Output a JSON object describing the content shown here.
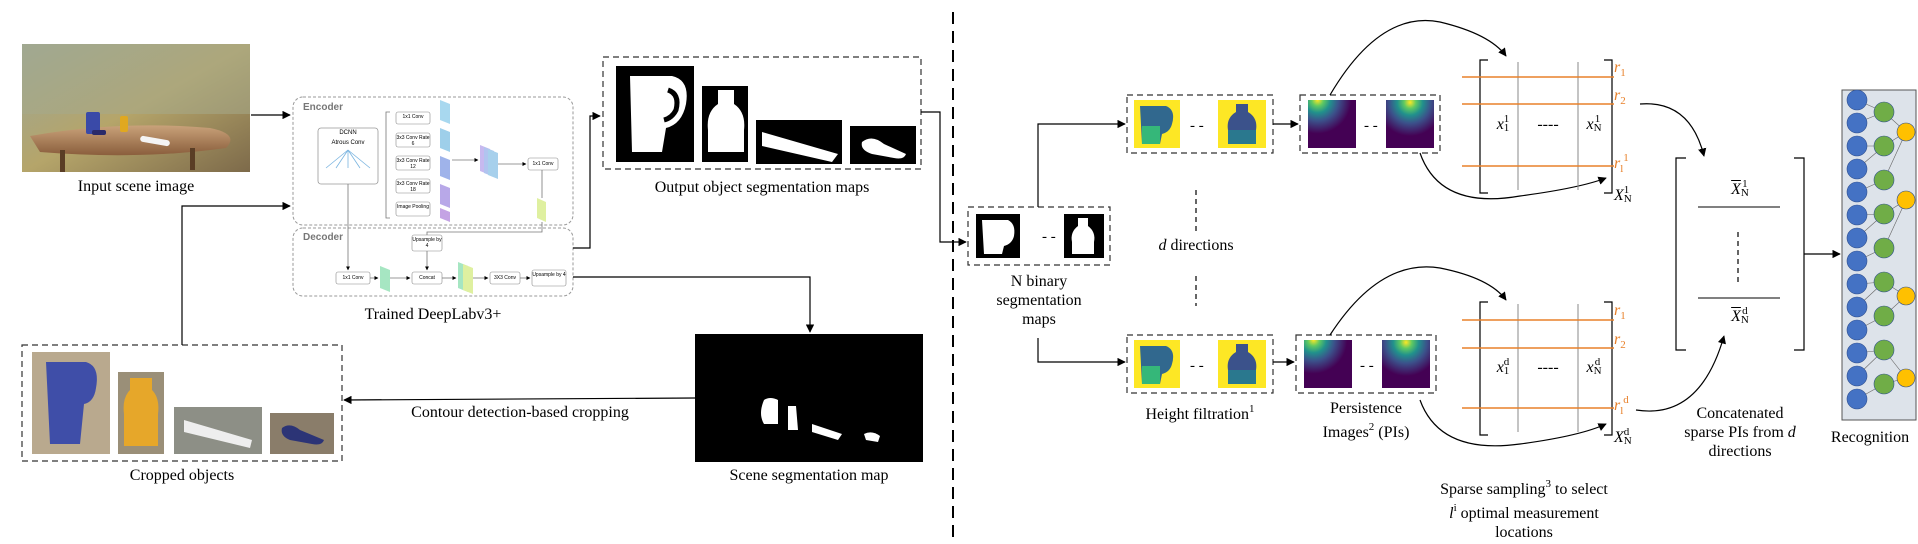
{
  "labels": {
    "input_scene": "Input scene image",
    "trained_model": "Trained DeepLabv3+",
    "output_maps": "Output object segmentation maps",
    "cropped_objects": "Cropped objects",
    "contour_cropping": "Contour detection-based cropping",
    "scene_map": "Scene segmentation map",
    "binary_maps_1": "N binary",
    "binary_maps_2": "segmentation",
    "binary_maps_3": "maps",
    "directions_d": "d",
    "directions_text": " directions",
    "height_filtration": "Height filtration",
    "height_sup": "1",
    "pi_1": "Persistence",
    "pi_2a": "Images",
    "pi_2sup": "2",
    "pi_2b": " (PIs)",
    "sparse_1a": "Sparse sampling",
    "sparse_1sup": "3",
    "sparse_1b": " to select",
    "sparse_2a": "l",
    "sparse_2sup": "i",
    "sparse_2b": " optimal measurement",
    "sparse_3": "locations",
    "concat_1": "Concatenated",
    "concat_2a": "sparse PIs from ",
    "concat_2d": "d",
    "concat_3": "directions",
    "recognition": "Recognition"
  },
  "network": {
    "encoder": "Encoder",
    "decoder": "Decoder",
    "dcnn": "DCNN",
    "atrous": "Atrous Conv",
    "blocks": [
      "1x1 Conv",
      "3x3 Conv Rate 6",
      "3x3 Conv Rate 12",
      "3x3 Conv Rate 18",
      "Image Pooling"
    ],
    "enc_conv": "1x1 Conv",
    "dec_low_conv": "1x1 Conv",
    "concat": "Concat",
    "dec_conv3": "3X3 Conv",
    "upsample_dec": "Upsample by 4",
    "upsample_mid": "Upsample by 4"
  },
  "matrix_top": {
    "r1": "r",
    "r1s": "1",
    "r2": "r",
    "r2s": "2",
    "rl": "r",
    "rls": "l",
    "rlsup": "1",
    "x1": "x",
    "x1sub": "1",
    "x1sup": "1",
    "xN": "x",
    "xNsub": "N",
    "xNsup": "1",
    "dash": "----",
    "X": "X",
    "Xsub": "N",
    "Xsup": "1"
  },
  "matrix_bottom": {
    "r1": "r",
    "r1s": "1",
    "r2": "r",
    "r2s": "2",
    "rl": "r",
    "rls": "l",
    "rlsup": "d",
    "x1": "x",
    "x1sub": "1",
    "x1sup": "d",
    "xN": "x",
    "xNsub": "N",
    "xNsup": "d",
    "dash": "----",
    "X": "X",
    "Xsub": "N",
    "Xsup": "d"
  },
  "concat_matrix": {
    "top": "X",
    "top_sub": "N",
    "top_sup": "1",
    "bottom": "X",
    "bottom_sub": "N",
    "bottom_sup": "d"
  },
  "colors": {
    "orange": "#e8802a",
    "purple": "#440154",
    "yellow": "#fde725",
    "teal": "#21918c",
    "node_blue": "#4472c4",
    "node_green": "#70ad47",
    "node_gold": "#ffc000",
    "panel_gray": "#dde3ea"
  }
}
